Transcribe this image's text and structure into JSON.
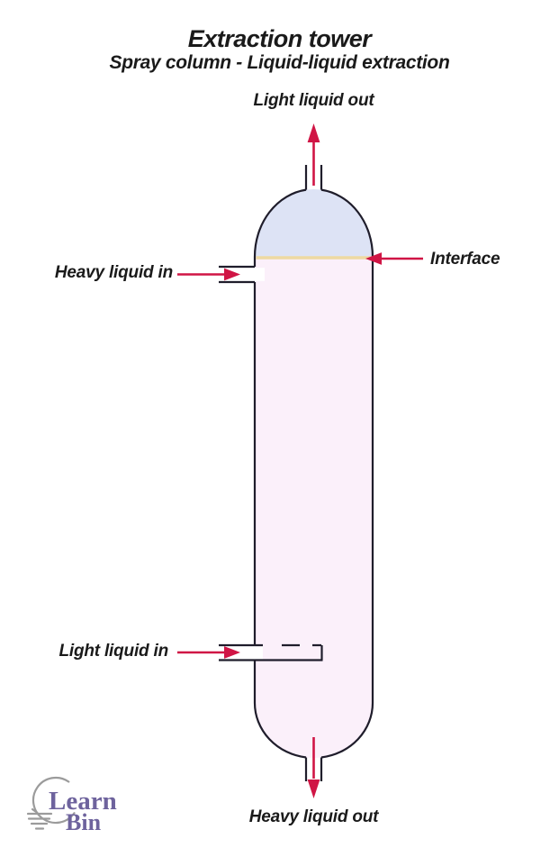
{
  "title": "Extraction tower",
  "subtitle": "Spray column - Liquid-liquid extraction",
  "labels": {
    "light_liquid_out": "Light liquid out",
    "heavy_liquid_in": "Heavy liquid in",
    "interface": "Interface",
    "light_liquid_in": "Light liquid in",
    "heavy_liquid_out": "Heavy liquid out"
  },
  "logo": {
    "line1": "Learn",
    "line2": "Bin"
  },
  "colors": {
    "background": "#ffffff",
    "text": "#1a1a1a",
    "outline": "#1f1d2b",
    "arrow": "#d01545",
    "dome_fill": "#dde3f5",
    "body_fill": "#fbf0fa",
    "interface_line": "#eed9a2",
    "logo_text": "#6e639d",
    "logo_bulb": "#9b9b9b"
  }
}
